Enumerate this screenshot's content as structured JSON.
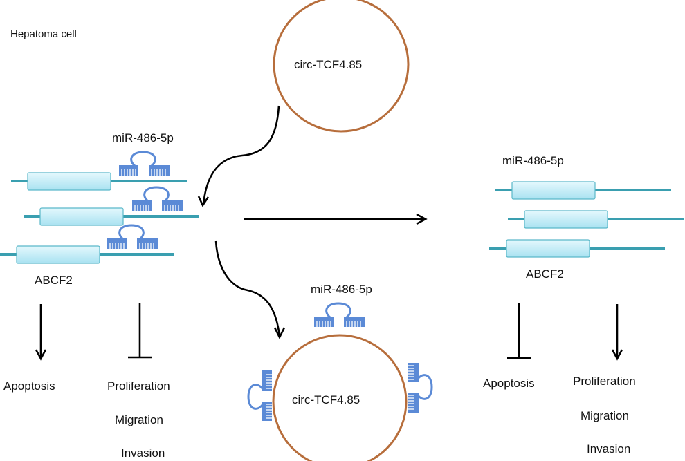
{
  "diagram": {
    "title": "Hepatoma cell",
    "colors": {
      "circ_rna": "#b76e3c",
      "mirna": "#5b8ad6",
      "mrna_line": "#3a9fb0",
      "mrna_box": "#bfeaf5",
      "arrow": "#000000",
      "text": "#111111"
    },
    "left_panel": {
      "mirna_label": "miR-486-5p",
      "mrna_label": "ABCF2",
      "mrna_count": 3,
      "mirna_bound_count": 3,
      "effects": [
        {
          "label": "Apoptosis",
          "relation": "promotes"
        },
        {
          "label_lines": [
            "Proliferation",
            "Migration",
            "Invasion"
          ],
          "relation": "inhibits"
        }
      ]
    },
    "top_circle": {
      "label": "circ-TCF4.85"
    },
    "bottom_circle": {
      "label": "circ-TCF4.85",
      "mirna_label": "miR-486-5p",
      "mirna_sponged_count": 3
    },
    "right_panel": {
      "mirna_label": "miR-486-5p",
      "mrna_label": "ABCF2",
      "mrna_count": 3,
      "mirna_bound_count": 0,
      "effects": [
        {
          "label": "Apoptosis",
          "relation": "inhibits"
        },
        {
          "label_lines": [
            "Proliferation",
            "Migration",
            "Invasion"
          ],
          "relation": "promotes"
        }
      ]
    },
    "arrows": [
      {
        "from": "top_circle",
        "to": "left_panel",
        "type": "curved"
      },
      {
        "from": "left_panel",
        "to": "right_panel",
        "type": "straight"
      },
      {
        "from": "left_panel",
        "to": "bottom_circle",
        "type": "curved"
      }
    ]
  }
}
